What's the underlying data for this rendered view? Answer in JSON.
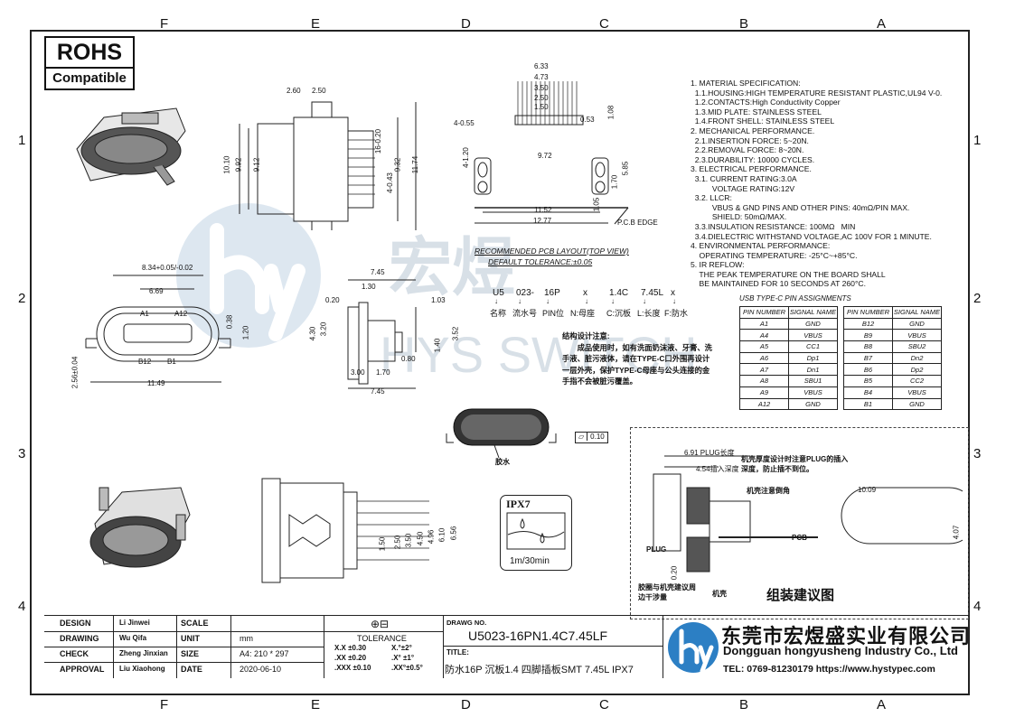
{
  "zones": {
    "top": [
      "F",
      "E",
      "D",
      "C",
      "B",
      "A"
    ],
    "side": [
      "1",
      "2",
      "3",
      "4"
    ]
  },
  "rohs": {
    "line1": "ROHS",
    "line2": "Compatible"
  },
  "watermark": {
    "cn": "宏煜",
    "en": "HYS SWITCH"
  },
  "spec_text": "1. MATERIAL SPECIFICATION:\n  1.1.HOUSING:HIGH TEMPERATURE RESISTANT PLASTIC,UL94 V-0.\n  1.2.CONTACTS:High Conductivity Copper\n  1.3.MID PLATE: STAINLESS STEEL\n  1.4.FRONT SHELL: STAINLESS STEEL\n2. MECHANICAL PERFORMANCE.\n  2.1.INSERTION FORCE: 5~20N.\n  2.2.REMOVAL FORCE: 8~20N.\n  2.3.DURABILITY: 10000 CYCLES.\n3. ELECTRICAL PERFORMANCE.\n  3.1. CURRENT RATING:3.0A\n          VOLTAGE RATING:12V\n  3.2. LLCR:\n          VBUS & GND PINS AND OTHER PINS: 40mΩ/PIN MAX.\n          SHIELD: 50mΩ/MAX.\n  3.3.INSULATION RESISTANCE: 100MΩ   MIN\n  3.4.DIELECTRIC WITHSTAND VOLTAGE,AC 100V FOR 1 MINUTE.\n4. ENVIRONMENTAL PERFORMANCE:\n    OPERATING TEMPERATURE: -25°C~+85°C.\n5. IR REFLOW:\n    THE PEAK TEMPERATURE ON THE BOARD SHALL\n    BE MAINTAINED FOR 10 SECONDS AT 260°C.",
  "pcb_layout": {
    "title": "RECOMMENDED PCB LAYOUT(TOP VIEW)",
    "tolerance": "DEFAULT TOLERANCE:±0.05",
    "edge_label": "P.C.B EDGE"
  },
  "part_code": {
    "codes": [
      "U5",
      "023-",
      "16P",
      "x",
      "1.4C",
      "7.45L",
      "x"
    ],
    "labels": [
      "名称",
      "流水号",
      "PIN位",
      "N:母座",
      "C:沉板",
      "L:长度",
      "F:防水"
    ]
  },
  "pin_table": {
    "title": "USB TYPE-C PIN ASSIGNMENTS",
    "header": [
      "PIN NUMBER",
      "SIGNAL NAME"
    ],
    "left": [
      [
        "A1",
        "GND"
      ],
      [
        "A4",
        "VBUS"
      ],
      [
        "A5",
        "CC1"
      ],
      [
        "A6",
        "Dp1"
      ],
      [
        "A7",
        "Dn1"
      ],
      [
        "A8",
        "SBU1"
      ],
      [
        "A9",
        "VBUS"
      ],
      [
        "A12",
        "GND"
      ]
    ],
    "right": [
      [
        "B12",
        "GND"
      ],
      [
        "B9",
        "VBUS"
      ],
      [
        "B8",
        "SBU2"
      ],
      [
        "B7",
        "Dn2"
      ],
      [
        "B6",
        "Dp2"
      ],
      [
        "B5",
        "CC2"
      ],
      [
        "B4",
        "VBUS"
      ],
      [
        "B1",
        "GND"
      ]
    ]
  },
  "design_note": {
    "title": "结构设计注意:",
    "body": "成品使用时，如有洗面奶沫液、牙膏、洗手液、脏污液体，请在TYPE-C口外围再设计一层外壳，保护TYPE-C母座与公头连接的金手指不会被脏污覆盖。"
  },
  "flatness": {
    "symbol": "▱",
    "value": "0.10"
  },
  "glue_label": "胶水",
  "ipx": {
    "title": "IPX7",
    "caption": "1m/30min"
  },
  "assembly": {
    "title": "组装建议图",
    "plug_depth": "6.91 PLUG长度",
    "insert_depth": "4.54插入深度",
    "note1": "机壳厚度设计时注意PLUG的插入深度，防止插不到位。",
    "note2": "机壳注意倒角",
    "note3": "胶圈与机壳建议周边干涉量",
    "shell": "机壳",
    "pcb": "PCB",
    "plug": "PLUG",
    "d_width": "10.09",
    "d_height": "4.07",
    "d_gap": "0.20"
  },
  "dims": {
    "top_view": [
      "2.60",
      "2.50",
      "10.10",
      "9.92",
      "9.12",
      "16-0.20",
      "4-0.43",
      "9.32",
      "11.74"
    ],
    "pcb": [
      "6.33",
      "4.73",
      "3.50",
      "2.50",
      "1.50",
      "0.53",
      "1.08",
      "4-0.55",
      "4-1.20",
      "9.72",
      "5.85",
      "1.70",
      "1.05",
      "11.52",
      "12.77"
    ],
    "front": [
      "8.34+0.05/-0.02",
      "6.69",
      "A1",
      "A12",
      "B12",
      "B1",
      "0.38",
      "1.20",
      "2.56±0.04",
      "11.49"
    ],
    "side": [
      "7.45",
      "1.30",
      "0.20",
      "1.03",
      "4.30",
      "3.20",
      "3.52",
      "1.40",
      "0.80",
      "3.00",
      "1.70",
      "7.45"
    ],
    "bottom": [
      "1.50",
      "2.50",
      "3.50",
      "4.50",
      "4.96",
      "6.10",
      "6.56"
    ]
  },
  "title_block": {
    "rows": [
      [
        "DESIGN",
        "Li Jinwei",
        "SCALE",
        ""
      ],
      [
        "DRAWING",
        "Wu Qifa",
        "UNIT",
        "mm"
      ],
      [
        "CHECK",
        "Zheng Jinxian",
        "SIZE",
        "A4: 210 * 297"
      ],
      [
        "APPROVAL",
        "Liu Xiaohong",
        "DATE",
        "2020-06-10"
      ]
    ],
    "projection_symbol": "⊕⊟",
    "tolerance": {
      "title": "TOLERANCE",
      "rows": [
        [
          "X.X ±0.30",
          "X.°±2°"
        ],
        [
          ".XX ±0.20",
          ".X° ±1°"
        ],
        [
          ".XXX ±0.10",
          ".XX°±0.5°"
        ]
      ]
    },
    "drawing_no_label": "DRAWG NO.",
    "drawing_no": "U5023-16PN1.4C7.45LF",
    "title_label": "TITLE:",
    "title": "防水16P 沉板1.4 四脚插板SMT 7.45L IPX7"
  },
  "company": {
    "cn": "东莞市宏煜盛实业有限公司",
    "en": "Dongguan hongyusheng Industry Co., Ltd",
    "tel": "TEL: 0769-81230179   https://www.hystypec.com"
  },
  "colors": {
    "logo_blue": "#2c7fc4",
    "watermark": "#d9e4ee"
  }
}
